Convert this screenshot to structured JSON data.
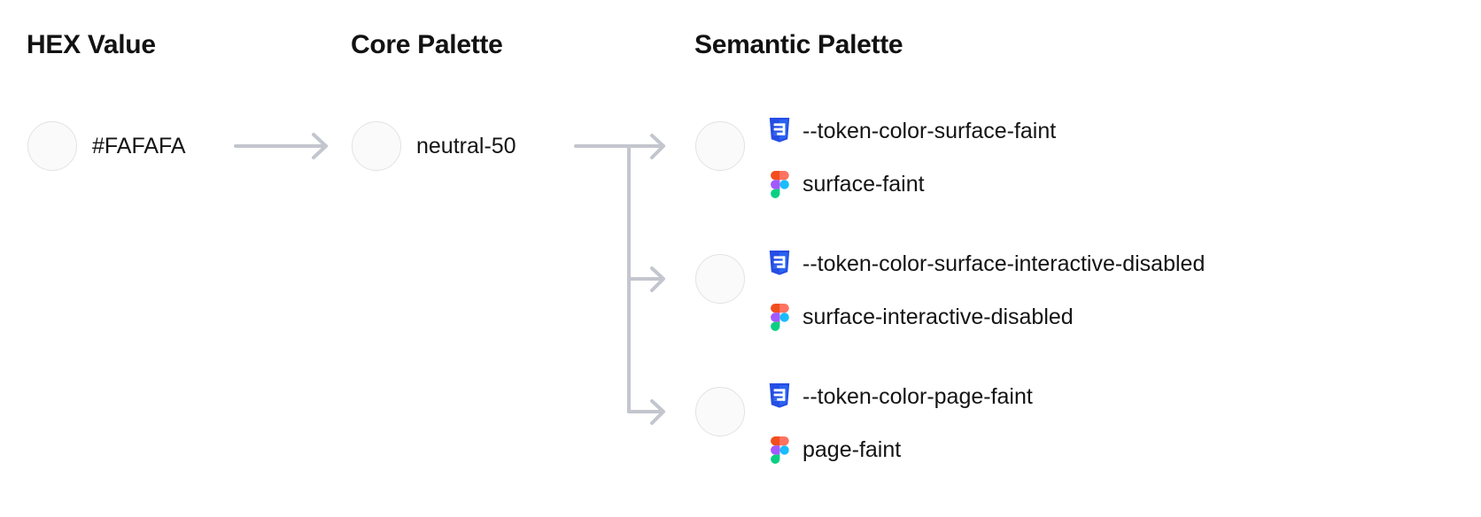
{
  "columns": {
    "hex": {
      "heading": "HEX Value"
    },
    "core": {
      "heading": "Core Palette"
    },
    "semantic": {
      "heading": "Semantic Palette"
    }
  },
  "hex_value": {
    "label": "#FAFAFA",
    "swatch_color": "#FAFAFA"
  },
  "core_value": {
    "label": "neutral-50",
    "swatch_color": "#FAFAFA"
  },
  "semantic_tokens": [
    {
      "swatch_color": "#FAFAFA",
      "css_icon": "css3-icon",
      "css_token": "--token-color-surface-faint",
      "figma_icon": "figma-icon",
      "figma_token": "surface-faint"
    },
    {
      "swatch_color": "#FAFAFA",
      "css_icon": "css3-icon",
      "css_token": "--token-color-surface-interactive-disabled",
      "figma_icon": "figma-icon",
      "figma_token": "surface-interactive-disabled"
    },
    {
      "swatch_color": "#FAFAFA",
      "css_icon": "css3-icon",
      "css_token": "--token-color-page-faint",
      "figma_icon": "figma-icon",
      "figma_token": "page-faint"
    }
  ],
  "colors": {
    "text": "#141414",
    "heading": "#121212",
    "connector": "#C3C6CE",
    "swatch_border": "#E3E3E6",
    "swatch_fill": "#FAFAFA",
    "css_blue": "#264DE4",
    "css_blue_light": "#2965F1",
    "figma_red": "#F24E1E",
    "figma_orange": "#FF7262",
    "figma_purple": "#A259FF",
    "figma_blue": "#1ABCFE",
    "figma_green": "#0ACF83"
  },
  "connectors": {
    "hex_to_core": "arrow-right",
    "core_to_semantic": "branching-tree-arrow"
  }
}
